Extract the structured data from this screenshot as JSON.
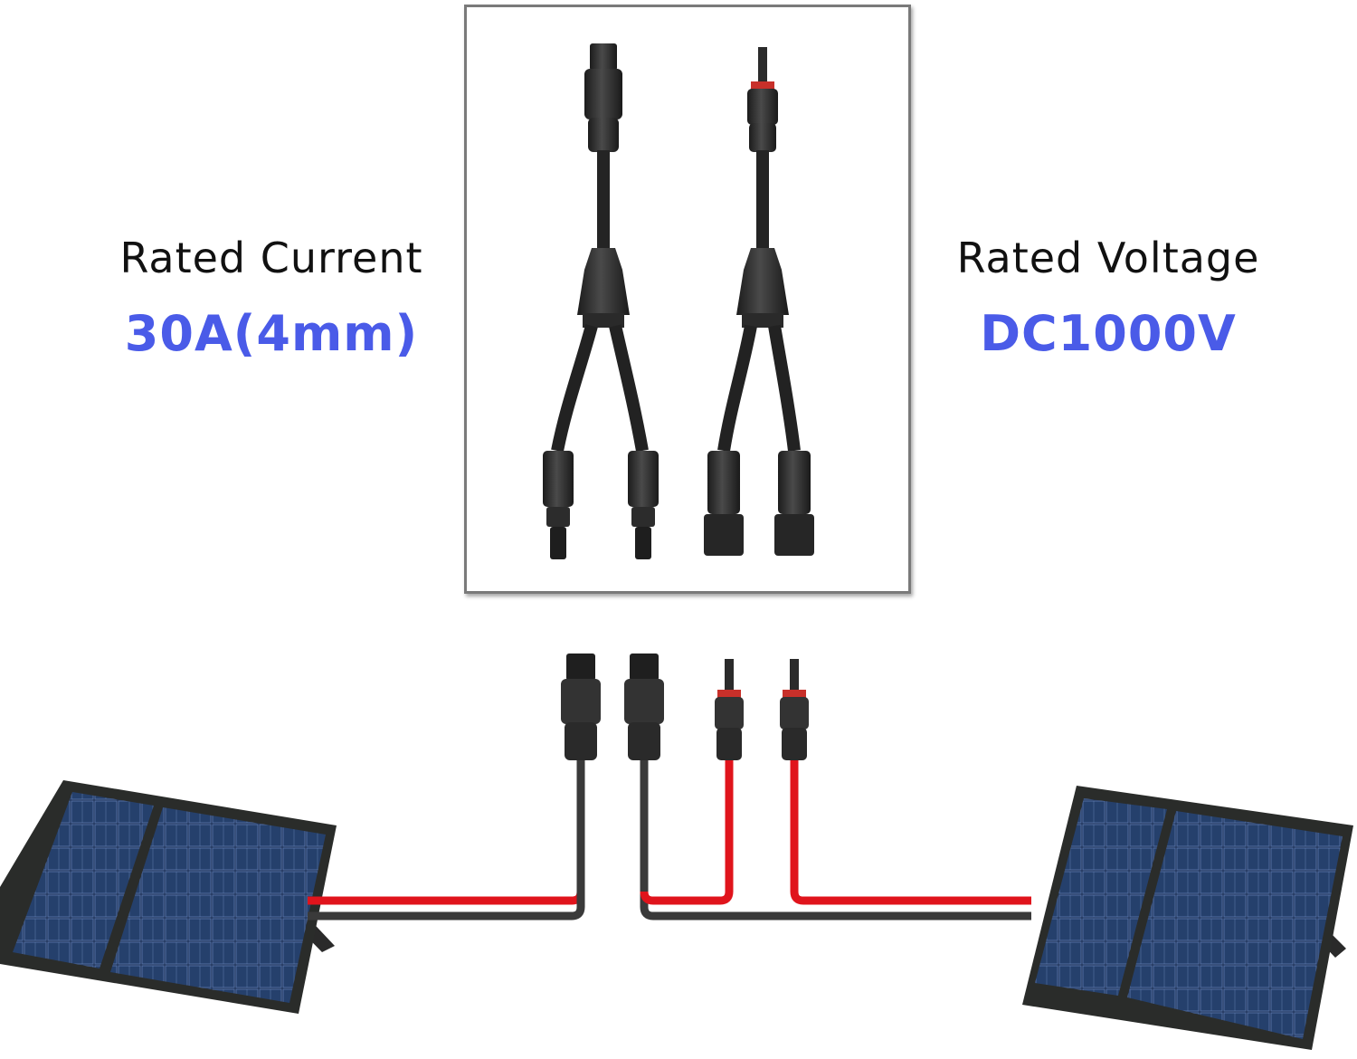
{
  "specs": {
    "current": {
      "label": "Rated Current",
      "value": "30A(4mm)"
    },
    "voltage": {
      "label": "Rated Voltage",
      "value": "DC1000V"
    }
  },
  "colors": {
    "accent_blue": "#4a5be8",
    "cable_red": "#e0141c",
    "cable_black": "#3a3a3a",
    "panel_blue": "#1d2f52",
    "frame_gray": "#7a7a7a"
  },
  "icons": {
    "product": "y-branch-connector-pair",
    "panels": "folding-solar-panel"
  }
}
